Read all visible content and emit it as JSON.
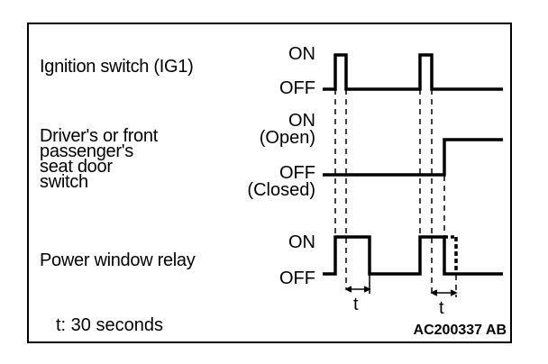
{
  "signals": [
    {
      "label_lines": [
        "Ignition switch (IG1)"
      ],
      "on_label": "ON",
      "off_label": "OFF"
    },
    {
      "label_lines": [
        "Driver's or front",
        "passenger's",
        "seat door",
        "switch"
      ],
      "on_label": "ON",
      "on_sub": "(Open)",
      "off_label": "OFF",
      "off_sub": "(Closed)"
    },
    {
      "label_lines": [
        "Power window relay"
      ],
      "on_label": "ON",
      "off_label": "OFF"
    }
  ],
  "interval_label": "t",
  "note": "t: 30 seconds",
  "figure_code": "AC200337 AB"
}
